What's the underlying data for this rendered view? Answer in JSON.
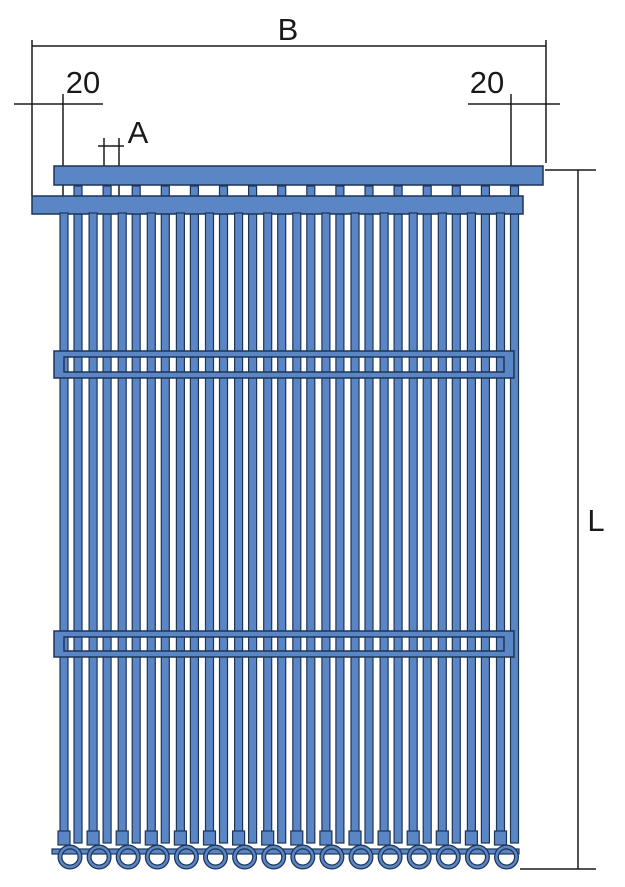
{
  "labels": {
    "width": "B",
    "margin_left": "20",
    "margin_right": "20",
    "pitch": "A",
    "length": "L"
  },
  "tubes": {
    "count": 16
  },
  "colors": {
    "tube_fill": "#5b86c6",
    "tube_stroke": "#1d3557",
    "line": "#1a1a1a",
    "background": "#ffffff"
  }
}
